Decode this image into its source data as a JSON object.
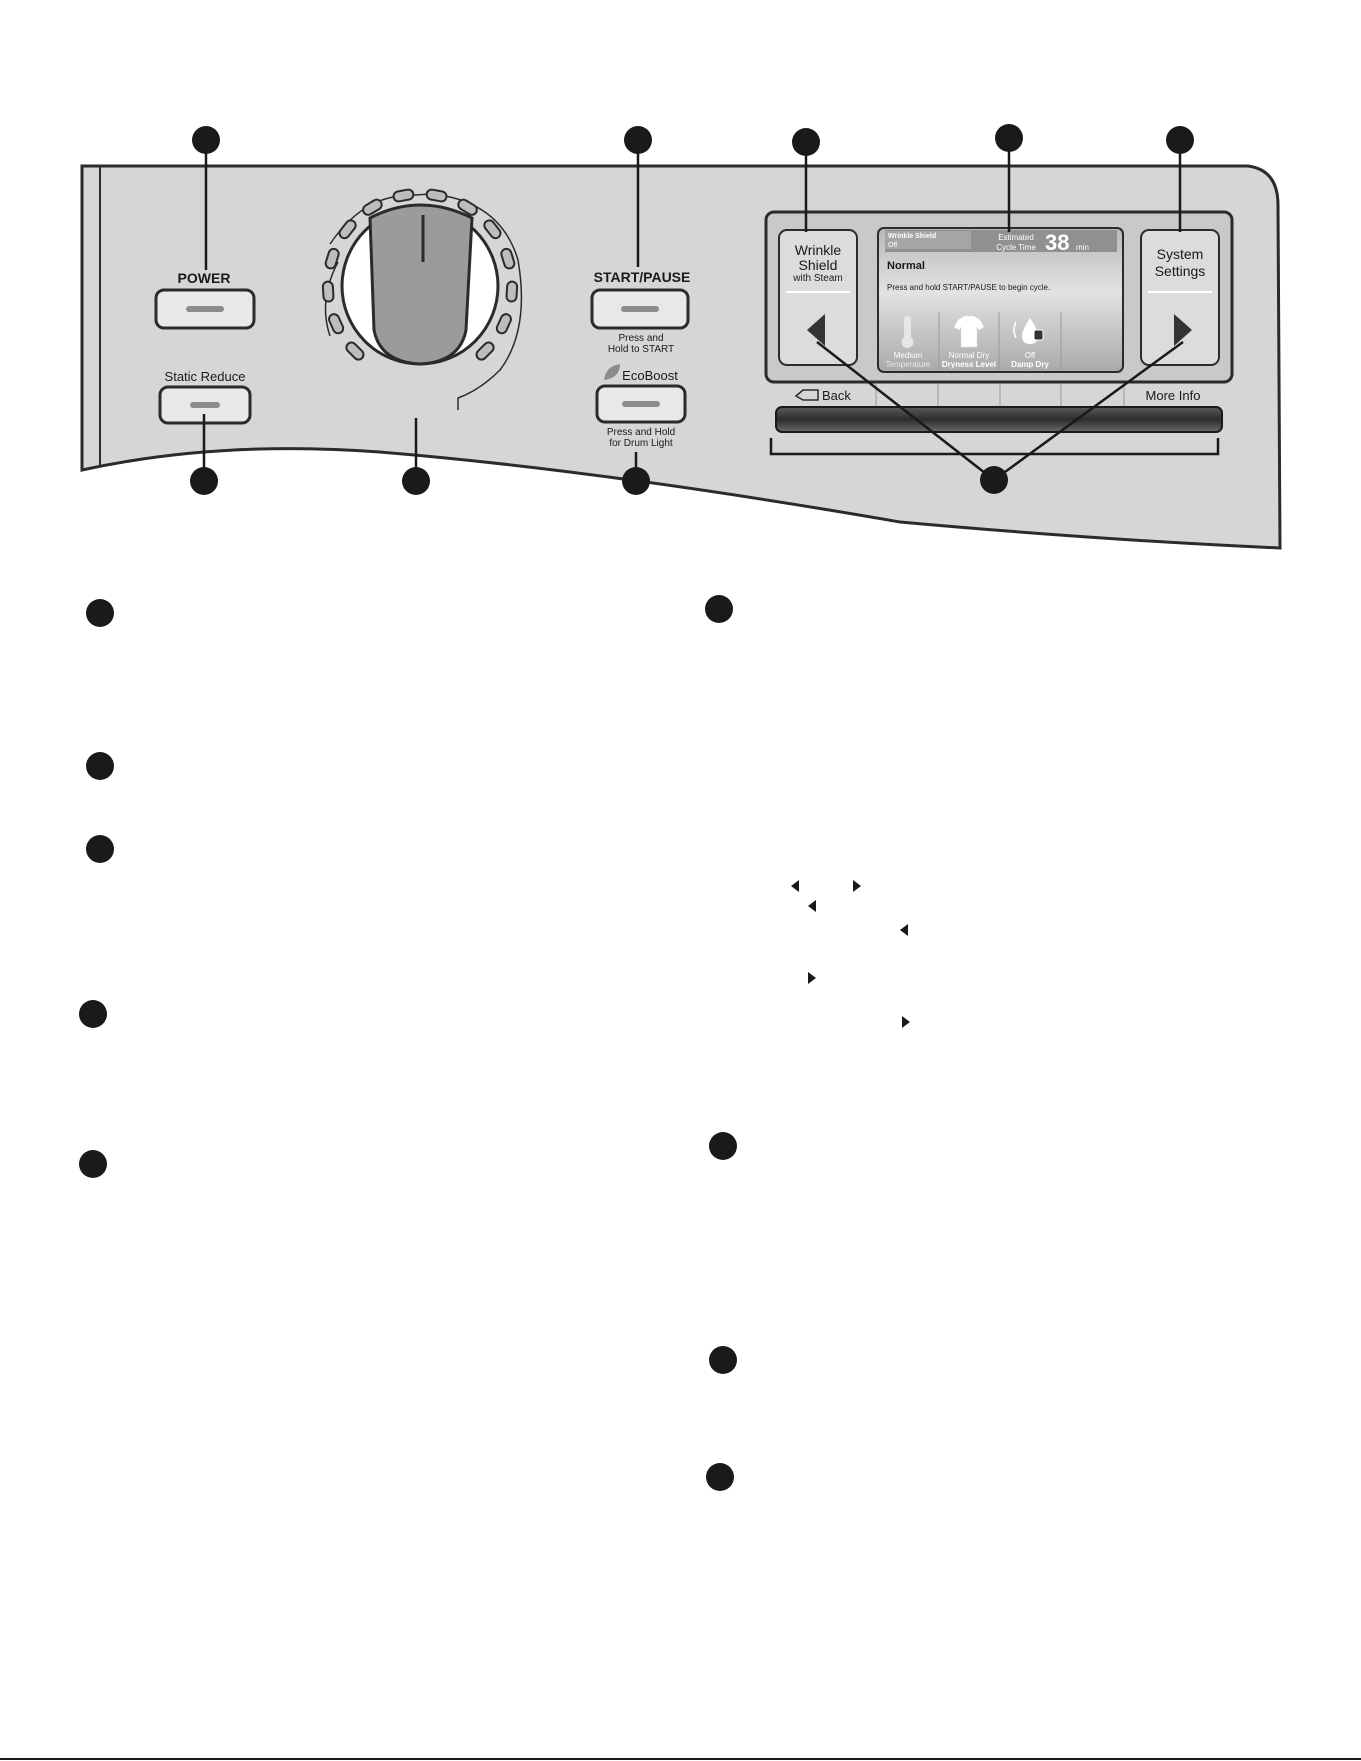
{
  "panel": {
    "power_label": "POWER",
    "static_reduce_label": "Static Reduce",
    "start_pause_label": "START/PAUSE",
    "start_pause_hint": [
      "Press and",
      "Hold to START"
    ],
    "ecoboost_label": "EcoBoost",
    "ecoboost_hint": [
      "Press and Hold",
      "for Drum Light"
    ],
    "wrinkle_shield_label": [
      "Wrinkle",
      "Shield"
    ],
    "wrinkle_shield_sub": "with Steam",
    "system_settings_label": [
      "System",
      "Settings"
    ],
    "back_label": "Back",
    "more_info_label": "More Info"
  },
  "screen": {
    "status_title": "Wrinkle Shield",
    "status_value": "Off",
    "estimated_label": "Estimated",
    "cycle_time_label": "Cycle Time",
    "cycle_time_value": "38",
    "cycle_time_unit": "min",
    "cycle_name": "Normal",
    "instruction": "Press and hold START/PAUSE to begin cycle.",
    "options": [
      {
        "value": "Medium",
        "name": "Temperature",
        "icon": "thermometer-icon"
      },
      {
        "value": "Normal Dry",
        "name": "Dryness Level",
        "icon": "shirt-icon"
      },
      {
        "value": "Off",
        "name": "Damp Dry",
        "icon": "water-drop-icon"
      }
    ]
  },
  "colors": {
    "panel_fill": "#d6d6d6",
    "dark_outline": "#2b2b2b",
    "callout_marker": "#1a1a1a",
    "screen_fill": "#c4c4c4",
    "indicator": "#8c8c8c"
  }
}
